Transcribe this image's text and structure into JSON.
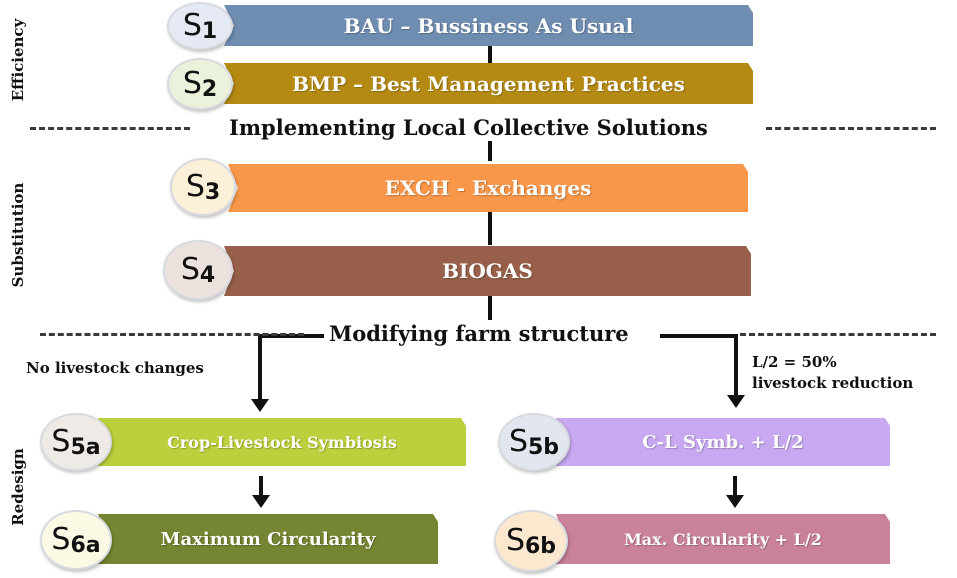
{
  "groups": {
    "efficiency": "Efficiency",
    "substitution": "Substitution",
    "redesign": "Redesign"
  },
  "scenarios": [
    {
      "s": "S",
      "num": "1",
      "label": "BAU – Bussiness As Usual",
      "color": "#6f8db1",
      "circle_color": "#e4e9f3"
    },
    {
      "s": "S",
      "num": "2",
      "label": "BMP – Best Management Practices",
      "color": "#b58a12",
      "circle_color": "#eaf2dc"
    },
    {
      "s": "S",
      "num": "3",
      "label": "EXCH - Exchanges",
      "color": "#f8974a",
      "circle_color": "#fdf0d8"
    },
    {
      "s": "S",
      "num": "4",
      "label": "BIOGAS",
      "color": "#98604a",
      "circle_color": "#ece2dd"
    },
    {
      "s": "S",
      "num": "5a",
      "label": "Crop-Livestock Symbiosis",
      "color": "#bccf3d",
      "circle_color": "#eeebe6"
    },
    {
      "s": "S",
      "num": "6a",
      "label": "Maximum Circularity",
      "color": "#758632",
      "circle_color": "#fbf8e4"
    },
    {
      "s": "S",
      "num": "5b",
      "label": "C-L Symb. + L/2",
      "color": "#c8a9f1",
      "circle_color": "#e2e7ef"
    },
    {
      "s": "S",
      "num": "6b",
      "label": "Max. Circularity + L/2",
      "color": "#c9829a",
      "circle_color": "#fbe8cf"
    }
  ],
  "sections": {
    "collective": "Implementing Local Collective Solutions",
    "farm": "Modifying farm structure"
  },
  "notes": {
    "no_livestock": "No livestock changes",
    "reduction_line1": "L/2 = 50%",
    "reduction_line2": "livestock reduction"
  },
  "colors": {
    "line": "#111111",
    "dash": "#3a3a3a"
  }
}
